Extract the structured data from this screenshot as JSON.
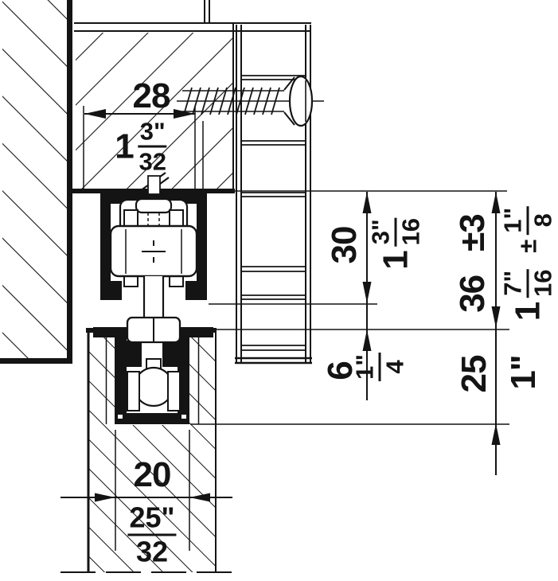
{
  "drawing": {
    "type": "technical-cross-section",
    "subject": "Top-hung sliding door roller carriage and bottom guide channel installation section",
    "line_color": "#141414",
    "background": "#ffffff",
    "dims": {
      "d28": {
        "mm": "28",
        "imp_whole": "1",
        "imp_num": "3\"",
        "imp_den": "32"
      },
      "d30": {
        "mm": "30",
        "imp_whole": "1",
        "imp_num": "3\"",
        "imp_den": "16"
      },
      "d36": {
        "mm": "36",
        "tol": "±3",
        "imp_whole": "1",
        "imp_num": "7\"",
        "imp_den": "16",
        "tol_sign": "±",
        "tol_num": "1\"",
        "tol_den": "8"
      },
      "d6": {
        "mm": "6",
        "imp_num": "1\"",
        "imp_den": "4"
      },
      "d25": {
        "mm": "25",
        "imp": "1\""
      },
      "d20": {
        "mm": "20",
        "imp_num": "25\"",
        "imp_den": "32"
      }
    }
  }
}
